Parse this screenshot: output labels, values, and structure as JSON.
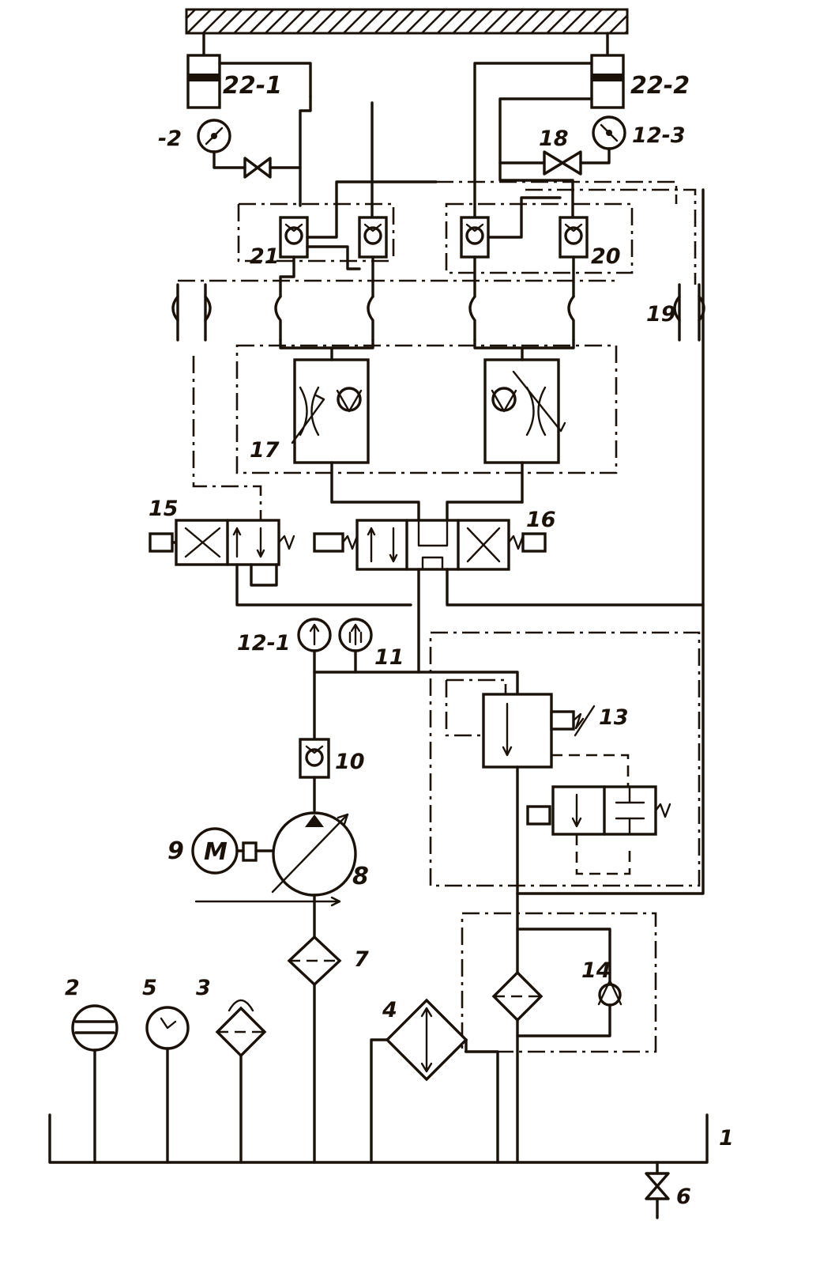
{
  "labels": {
    "cylinder_left": "22-1",
    "cylinder_right": "22-2",
    "gauge_left": "-2",
    "gauge_right": "12-3",
    "valve_18": "18",
    "block_21": "21",
    "block_20": "20",
    "coupling_19": "19",
    "block_17": "17",
    "valve_15": "15",
    "valve_16": "16",
    "gauge_12_1": "12-1",
    "gauge_11": "11",
    "relief_13": "13",
    "check_10": "10",
    "motor_9": "9",
    "motor_letter": "M",
    "pump_8": "8",
    "filter_7": "7",
    "cooler_4": "4",
    "check_14": "14",
    "item_2": "2",
    "item_5": "5",
    "item_3": "3",
    "tank_1": "1",
    "drain_6": "6"
  }
}
